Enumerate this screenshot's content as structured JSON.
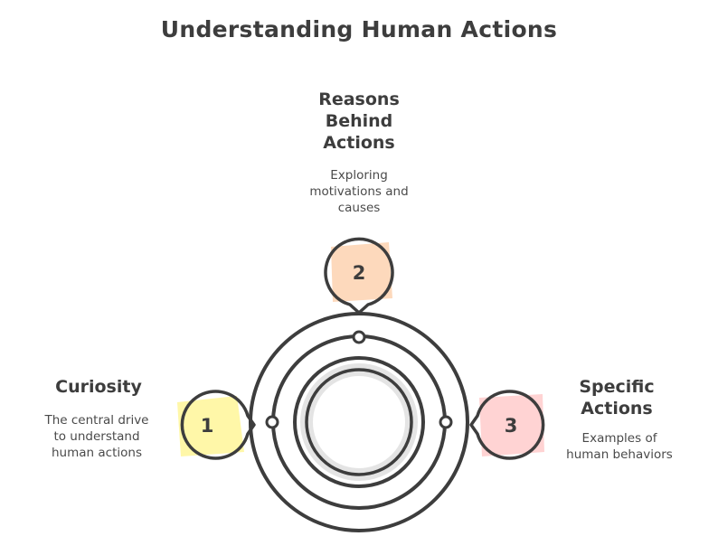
{
  "title": "Understanding Human Actions",
  "nodes": [
    {
      "number": "1",
      "heading": "Curiosity",
      "description": "The central drive\nto understand\nhuman actions",
      "color": "#fff7a8"
    },
    {
      "number": "2",
      "heading": "Reasons\nBehind\nActions",
      "description": "Exploring\nmotivations and\ncauses",
      "color": "#fdd9bc"
    },
    {
      "number": "3",
      "heading": "Specific\nActions",
      "description": "Examples of\nhuman behaviors",
      "color": "#ffd3d3"
    }
  ],
  "colors": {
    "stroke": "#3d3d3d",
    "inner_ring_fill": "#e4e4e4"
  }
}
